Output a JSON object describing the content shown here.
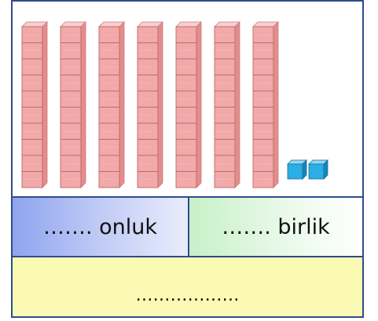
{
  "blocks": {
    "tens_rods": 7,
    "unit_cubes": 2,
    "rod_color": "#ef9a9a",
    "cube_color": "#29aee6"
  },
  "labels": {
    "onluk": "……. onluk",
    "birlik": "……. birlik"
  },
  "total": {
    "text": "………………"
  },
  "colors": {
    "frame": "#2f4c8a",
    "onluk_bg": "#8fa4ee",
    "birlik_bg": "#c8f0c8",
    "total_bg": "#fbfab4"
  }
}
